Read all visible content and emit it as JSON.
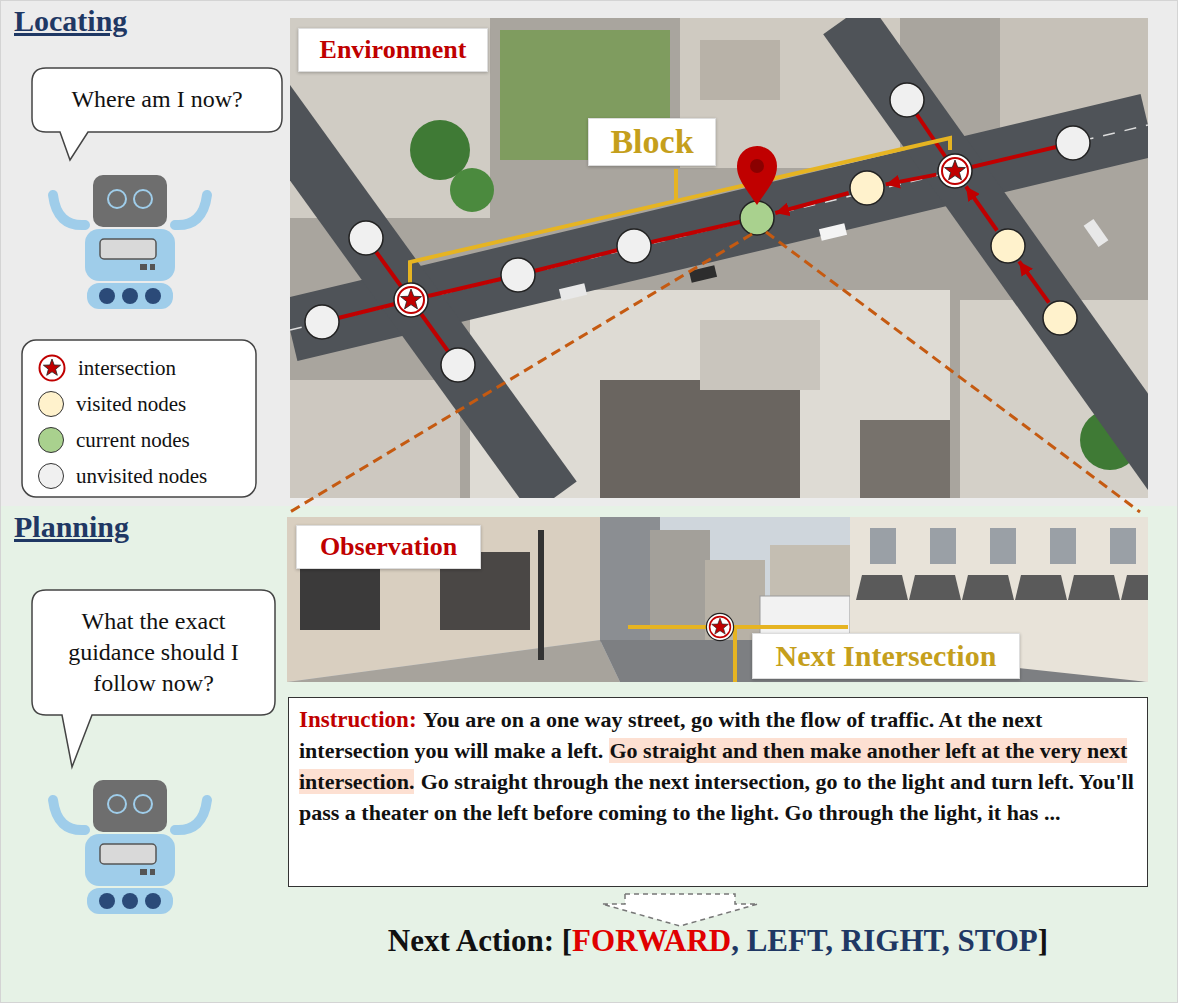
{
  "diagram": {
    "nodes": [
      {
        "text": [
          "Locating"
        ]
      },
      {
        "text": [
          "Where am I now?"
        ],
        "in": 0
      },
      {
        "text": [
          "Environment"
        ],
        "in": 0
      },
      {
        "text": [
          "Block"
        ],
        "in": 0
      },
      {
        "text": [
          "Planning"
        ]
      },
      {
        "text": [
          "What the exact guidance should I follow now?"
        ],
        "in": 4
      },
      {
        "text": [
          "Observation"
        ],
        "in": 4
      },
      {
        "text": [
          "Next Intersection"
        ],
        "in": 4
      },
      {
        "text": [
          "Instruction:",
          "You are on a one way street, go with the flow of traffic. At the next intersection you will make a left.",
          "Go straight and then make another left at the very next intersection.",
          "Go straight through the next intersection, go to the light and turn left. You'll pass a theater on the left before coming to the light. Go through the light, it has ..."
        ],
        "in": 4
      }
    ],
    "labels": [
      "Next Action: [",
      "FORWARD",
      ", LEFT, RIGHT, STOP",
      "]"
    ],
    "legend": [
      {
        "text": "intersection"
      },
      {
        "text": "visited nodes",
        "color": "#fff2cc"
      },
      {
        "text": "current nodes",
        "color": "#a9d18e"
      },
      {
        "text": "unvisited nodes",
        "color": "#f0f0f0"
      }
    ]
  }
}
